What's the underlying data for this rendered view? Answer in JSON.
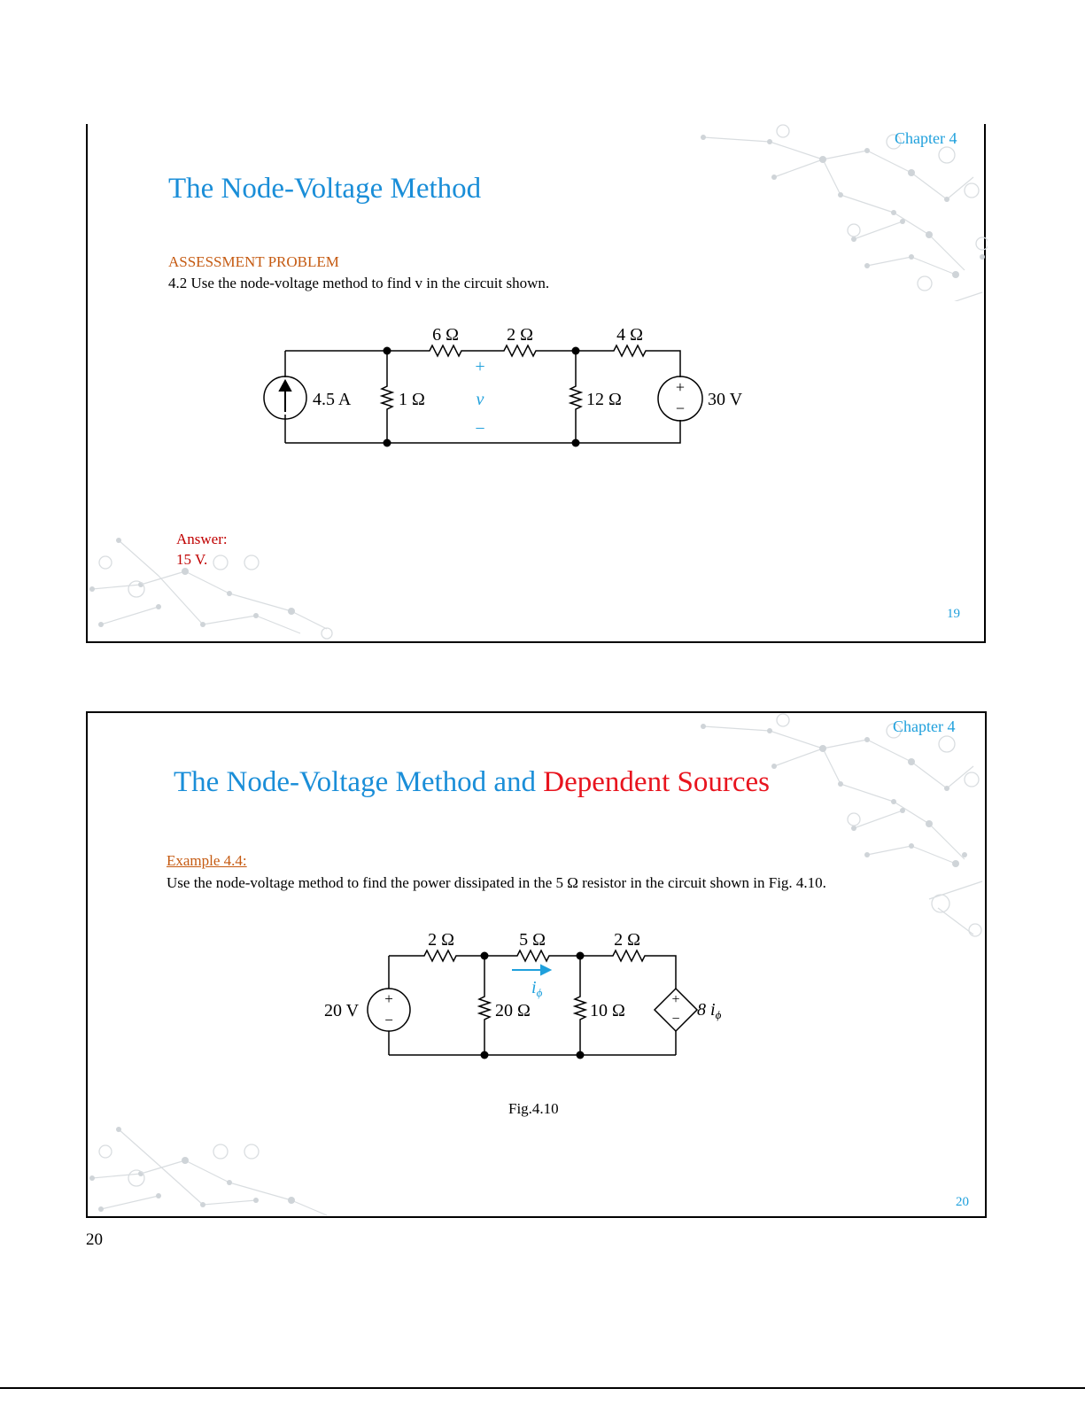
{
  "page_number": "20",
  "slides": [
    {
      "chapter_label": "Chapter 4",
      "title": "The Node-Voltage Method",
      "section_label": "ASSESSMENT PROBLEM",
      "problem_text": "4.2 Use the node-voltage method to find v in the circuit shown.",
      "circuit": {
        "current_source": "4.5 A",
        "resistors": [
          "1 Ω",
          "6 Ω",
          "2 Ω",
          "12 Ω",
          "4 Ω"
        ],
        "voltage_source": "30 V",
        "measured_voltage": {
          "plus": "+",
          "label": "v",
          "minus": "−"
        }
      },
      "answer_label": "Answer:",
      "answer_value": "15 V.",
      "slide_number": "19"
    },
    {
      "chapter_label": "Chapter 4",
      "title_part1": "The Node-Voltage Method and",
      "title_part2": "Dependent Sources",
      "example_label": "Example 4.4:",
      "example_text": "Use the node-voltage method to find the power dissipated in the 5 Ω resistor in the circuit shown in Fig. 4.10.",
      "circuit": {
        "voltage_source": "20 V",
        "resistors": [
          "2 Ω",
          "5 Ω",
          "2 Ω",
          "20 Ω",
          "10 Ω"
        ],
        "current_label": "i",
        "current_subscript": "ϕ",
        "dependent_source_coef": "8 i",
        "dependent_source_subscript": "ϕ"
      },
      "figure_caption": "Fig.4.10",
      "slide_number": "20"
    }
  ],
  "colors": {
    "title_blue": "#1a8ed8",
    "title_red": "#e8141e",
    "label_orange": "#c55a11",
    "answer_red": "#c00000",
    "accent_blue": "#1fa0dc"
  }
}
